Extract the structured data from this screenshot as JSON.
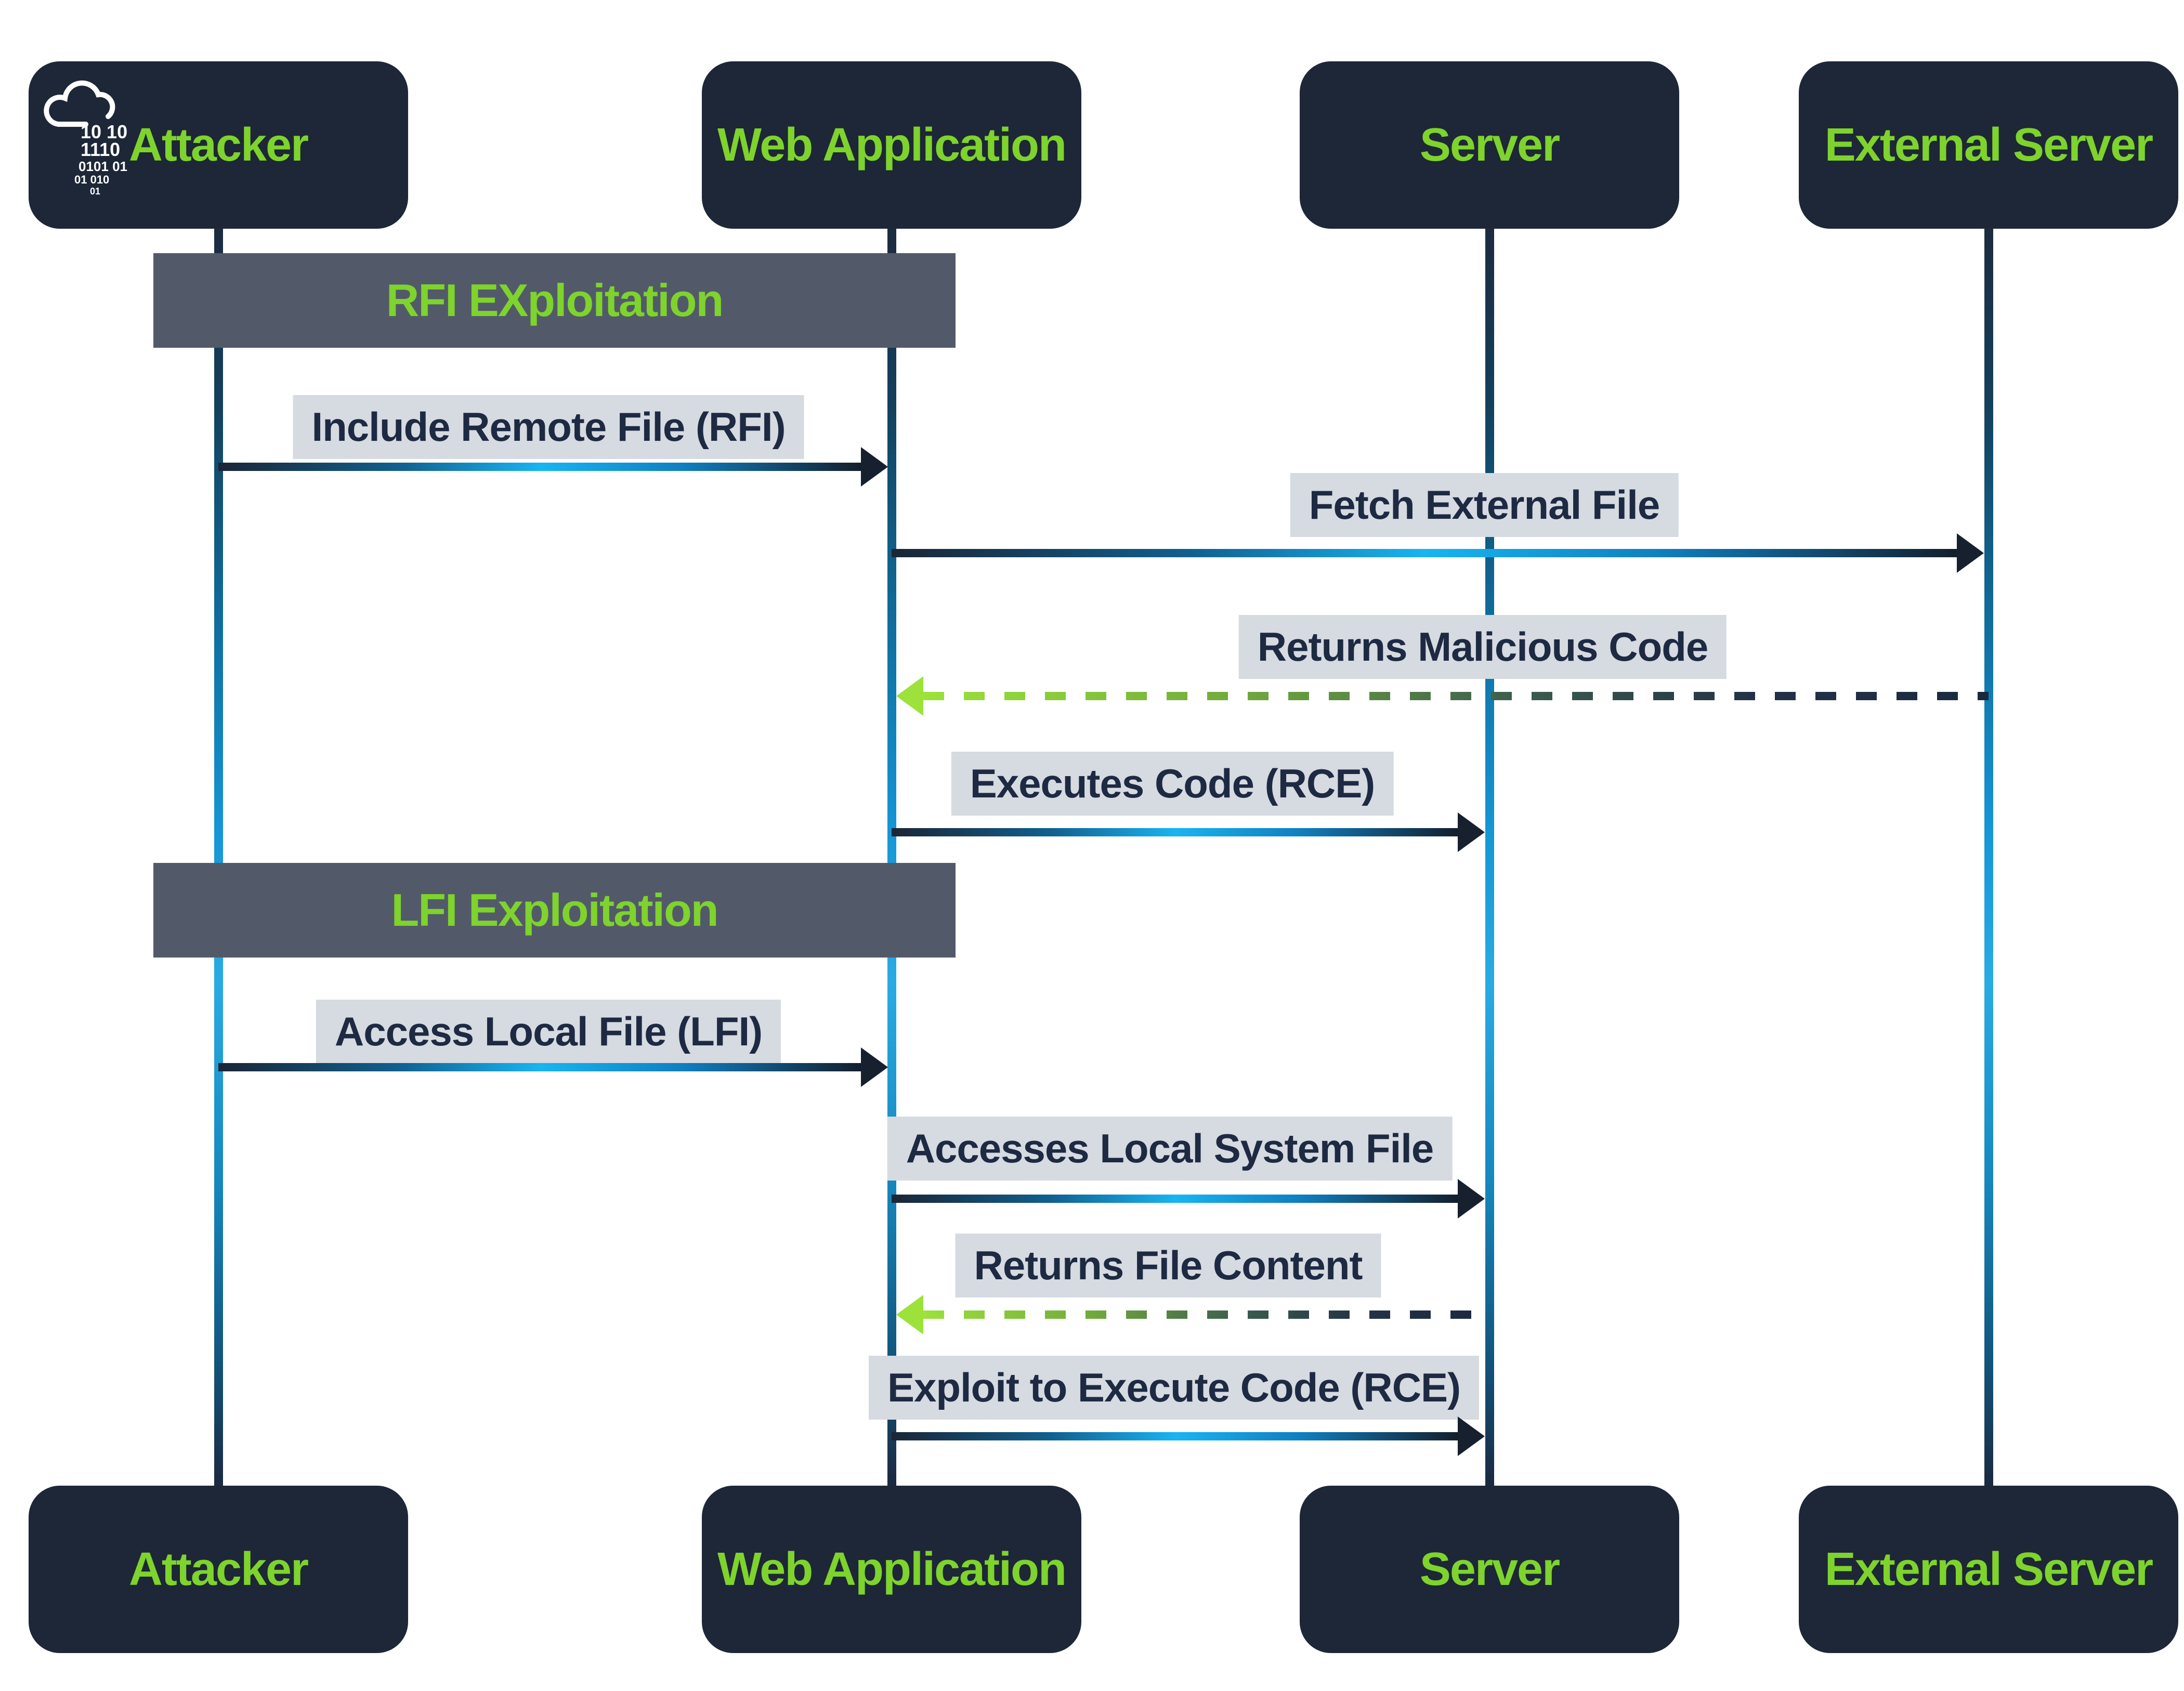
{
  "diagram": {
    "type": "sequence-diagram",
    "topic": "RFI and LFI exploitation flow",
    "colors": {
      "actor_box": "#1d2737",
      "accent_green": "#7ed32c",
      "section_band": "#525a6a",
      "label_bg": "#d6dae1",
      "label_text": "#1d2a42",
      "lifeline_blue": "#29abe2",
      "arrow_dark": "#16202f",
      "dashed_green": "#9ce23a",
      "background": "#ffffff"
    },
    "actors": [
      {
        "id": "attacker",
        "label": "Attacker",
        "icon": "cloud-binary-icon"
      },
      {
        "id": "web-application",
        "label": "Web Application"
      },
      {
        "id": "server",
        "label": "Server"
      },
      {
        "id": "external-server",
        "label": "External Server"
      }
    ],
    "attacker_icon": {
      "name": "cloud-binary-icon",
      "binary_lines": [
        "10 10",
        "1110",
        "0101  01",
        "01    010",
        "01"
      ]
    },
    "sections": [
      {
        "label": "RFI EXploitation",
        "messages": [
          {
            "label": "Include Remote File (RFI)",
            "from": "attacker",
            "to": "web-application",
            "style": "solid"
          },
          {
            "label": "Fetch External File",
            "from": "web-application",
            "to": "external-server",
            "style": "solid"
          },
          {
            "label": "Returns Malicious Code",
            "from": "external-server",
            "to": "web-application",
            "style": "dashed"
          },
          {
            "label": "Executes Code (RCE)",
            "from": "web-application",
            "to": "server",
            "style": "solid"
          }
        ]
      },
      {
        "label": "LFI Exploitation",
        "messages": [
          {
            "label": "Access Local File (LFI)",
            "from": "attacker",
            "to": "web-application",
            "style": "solid"
          },
          {
            "label": "Accesses Local System File",
            "from": "web-application",
            "to": "server",
            "style": "solid"
          },
          {
            "label": "Returns File Content",
            "from": "server",
            "to": "web-application",
            "style": "dashed"
          },
          {
            "label": "Exploit to Execute Code (RCE)",
            "from": "web-application",
            "to": "server",
            "style": "solid"
          }
        ]
      }
    ]
  }
}
